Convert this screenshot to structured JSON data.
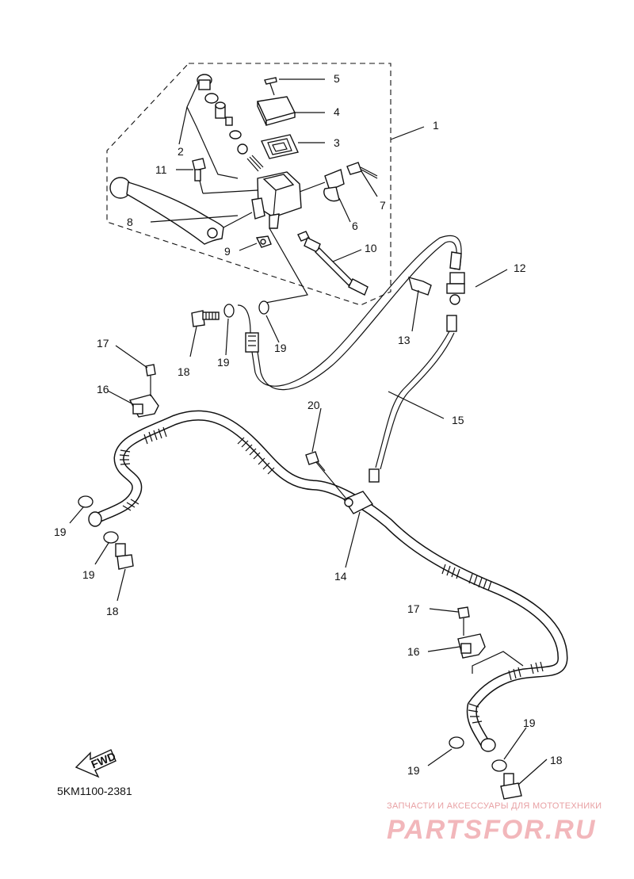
{
  "diagram_code": "5KM1100-2381",
  "fwd_label": "FWD",
  "watermark": {
    "tagline": "ЗАПЧАСТИ И АКСЕССУАРЫ ДЛЯ МОТОТЕХНИКИ",
    "brand": "PARTSFOR.RU"
  },
  "labels": [
    {
      "id": "1",
      "text": "1"
    },
    {
      "id": "2",
      "text": "2"
    },
    {
      "id": "3",
      "text": "3"
    },
    {
      "id": "4",
      "text": "4"
    },
    {
      "id": "5",
      "text": "5"
    },
    {
      "id": "6",
      "text": "6"
    },
    {
      "id": "7",
      "text": "7"
    },
    {
      "id": "8",
      "text": "8"
    },
    {
      "id": "9",
      "text": "9"
    },
    {
      "id": "10",
      "text": "10"
    },
    {
      "id": "11",
      "text": "11"
    },
    {
      "id": "12",
      "text": "12"
    },
    {
      "id": "13",
      "text": "13"
    },
    {
      "id": "14",
      "text": "14"
    },
    {
      "id": "15",
      "text": "15"
    },
    {
      "id": "16a",
      "text": "16"
    },
    {
      "id": "16b",
      "text": "16"
    },
    {
      "id": "17a",
      "text": "17"
    },
    {
      "id": "17b",
      "text": "17"
    },
    {
      "id": "18a",
      "text": "18"
    },
    {
      "id": "18b",
      "text": "18"
    },
    {
      "id": "18c",
      "text": "18"
    },
    {
      "id": "19a",
      "text": "19"
    },
    {
      "id": "19b",
      "text": "19"
    },
    {
      "id": "19c",
      "text": "19"
    },
    {
      "id": "19d",
      "text": "19"
    },
    {
      "id": "19e",
      "text": "19"
    },
    {
      "id": "19f",
      "text": "19"
    },
    {
      "id": "20",
      "text": "20"
    }
  ],
  "colors": {
    "line": "#111111",
    "background": "#ffffff",
    "watermark": "#f2b7bb"
  }
}
